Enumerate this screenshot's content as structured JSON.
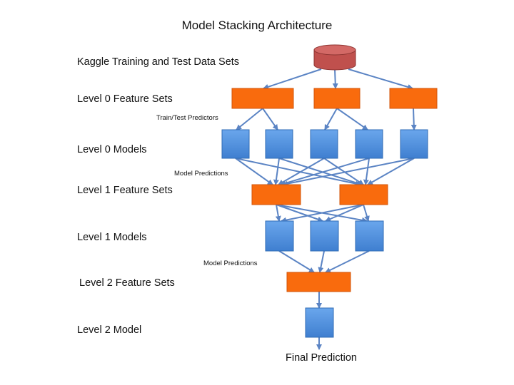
{
  "title": "Model Stacking Architecture",
  "levels": [
    "Kaggle Training and Test Data Sets",
    "Level 0 Feature Sets",
    "Level 0 Models",
    "Level 1 Feature Sets",
    "Level 1 Models",
    "Level 2 Feature Sets",
    "Level 2 Model"
  ],
  "edge_labels": {
    "train_test": "Train/Test Predictors",
    "model_predictions_1": "Model Predictions",
    "model_predictions_2": "Model Predictions"
  },
  "final_output": "Final Prediction",
  "colors": {
    "data_store": "#c0504d",
    "feature_set": "#f96b0d",
    "model": "#4f8fde",
    "arrow": "#5b84c4"
  }
}
